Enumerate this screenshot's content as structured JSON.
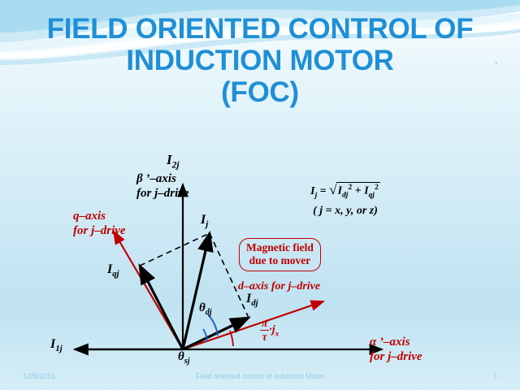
{
  "slide": {
    "title_lines": [
      "FIELD ORIENTED CONTROL OF",
      "INDUCTION MOTOR",
      "(FOC)"
    ],
    "accent_color": "#1f8fd6",
    "red_color": "#c00000"
  },
  "diagram": {
    "labels": {
      "i2j": "I",
      "i2j_sub": "2j",
      "beta_axis_line1": "β ’–axis",
      "beta_axis_line2": "for j–drive",
      "q_axis_line1": "q–axis",
      "q_axis_line2": "for j–drive",
      "ij": "I",
      "ij_sub": "j",
      "iqj": "I",
      "iqj_sub": "qj",
      "idj": "I",
      "idj_sub": "dj",
      "i1j": "I",
      "i1j_sub": "1j",
      "theta_dj": "θ",
      "theta_dj_sub": "dj",
      "theta_sj": "θ",
      "theta_sj_sub": "sj",
      "d_axis": "d–axis for j–drive",
      "alpha_axis_line1": "α ’–axis",
      "alpha_axis_line2": "for j–drive"
    },
    "callout": {
      "line1": "Magnetic field",
      "line2": "due to mover"
    },
    "formula": {
      "lhs": "I",
      "lhs_sub": "j",
      "equals": "=",
      "radicand_a": "I",
      "radicand_a_sub": "dj",
      "radicand_a_sup": "2",
      "plus": "+",
      "radicand_b": "I",
      "radicand_b_sub": "qj",
      "radicand_b_sup": "2",
      "condition": "( j = x, y, or z)"
    },
    "pi_over_tau": {
      "num": "π",
      "den": "τ",
      "term": "·",
      "sub_term": "j",
      "sub_term2": "x"
    }
  },
  "footer": {
    "date": "12/8/2015",
    "center": "Field oriented control of induction Motor",
    "page": "1"
  }
}
